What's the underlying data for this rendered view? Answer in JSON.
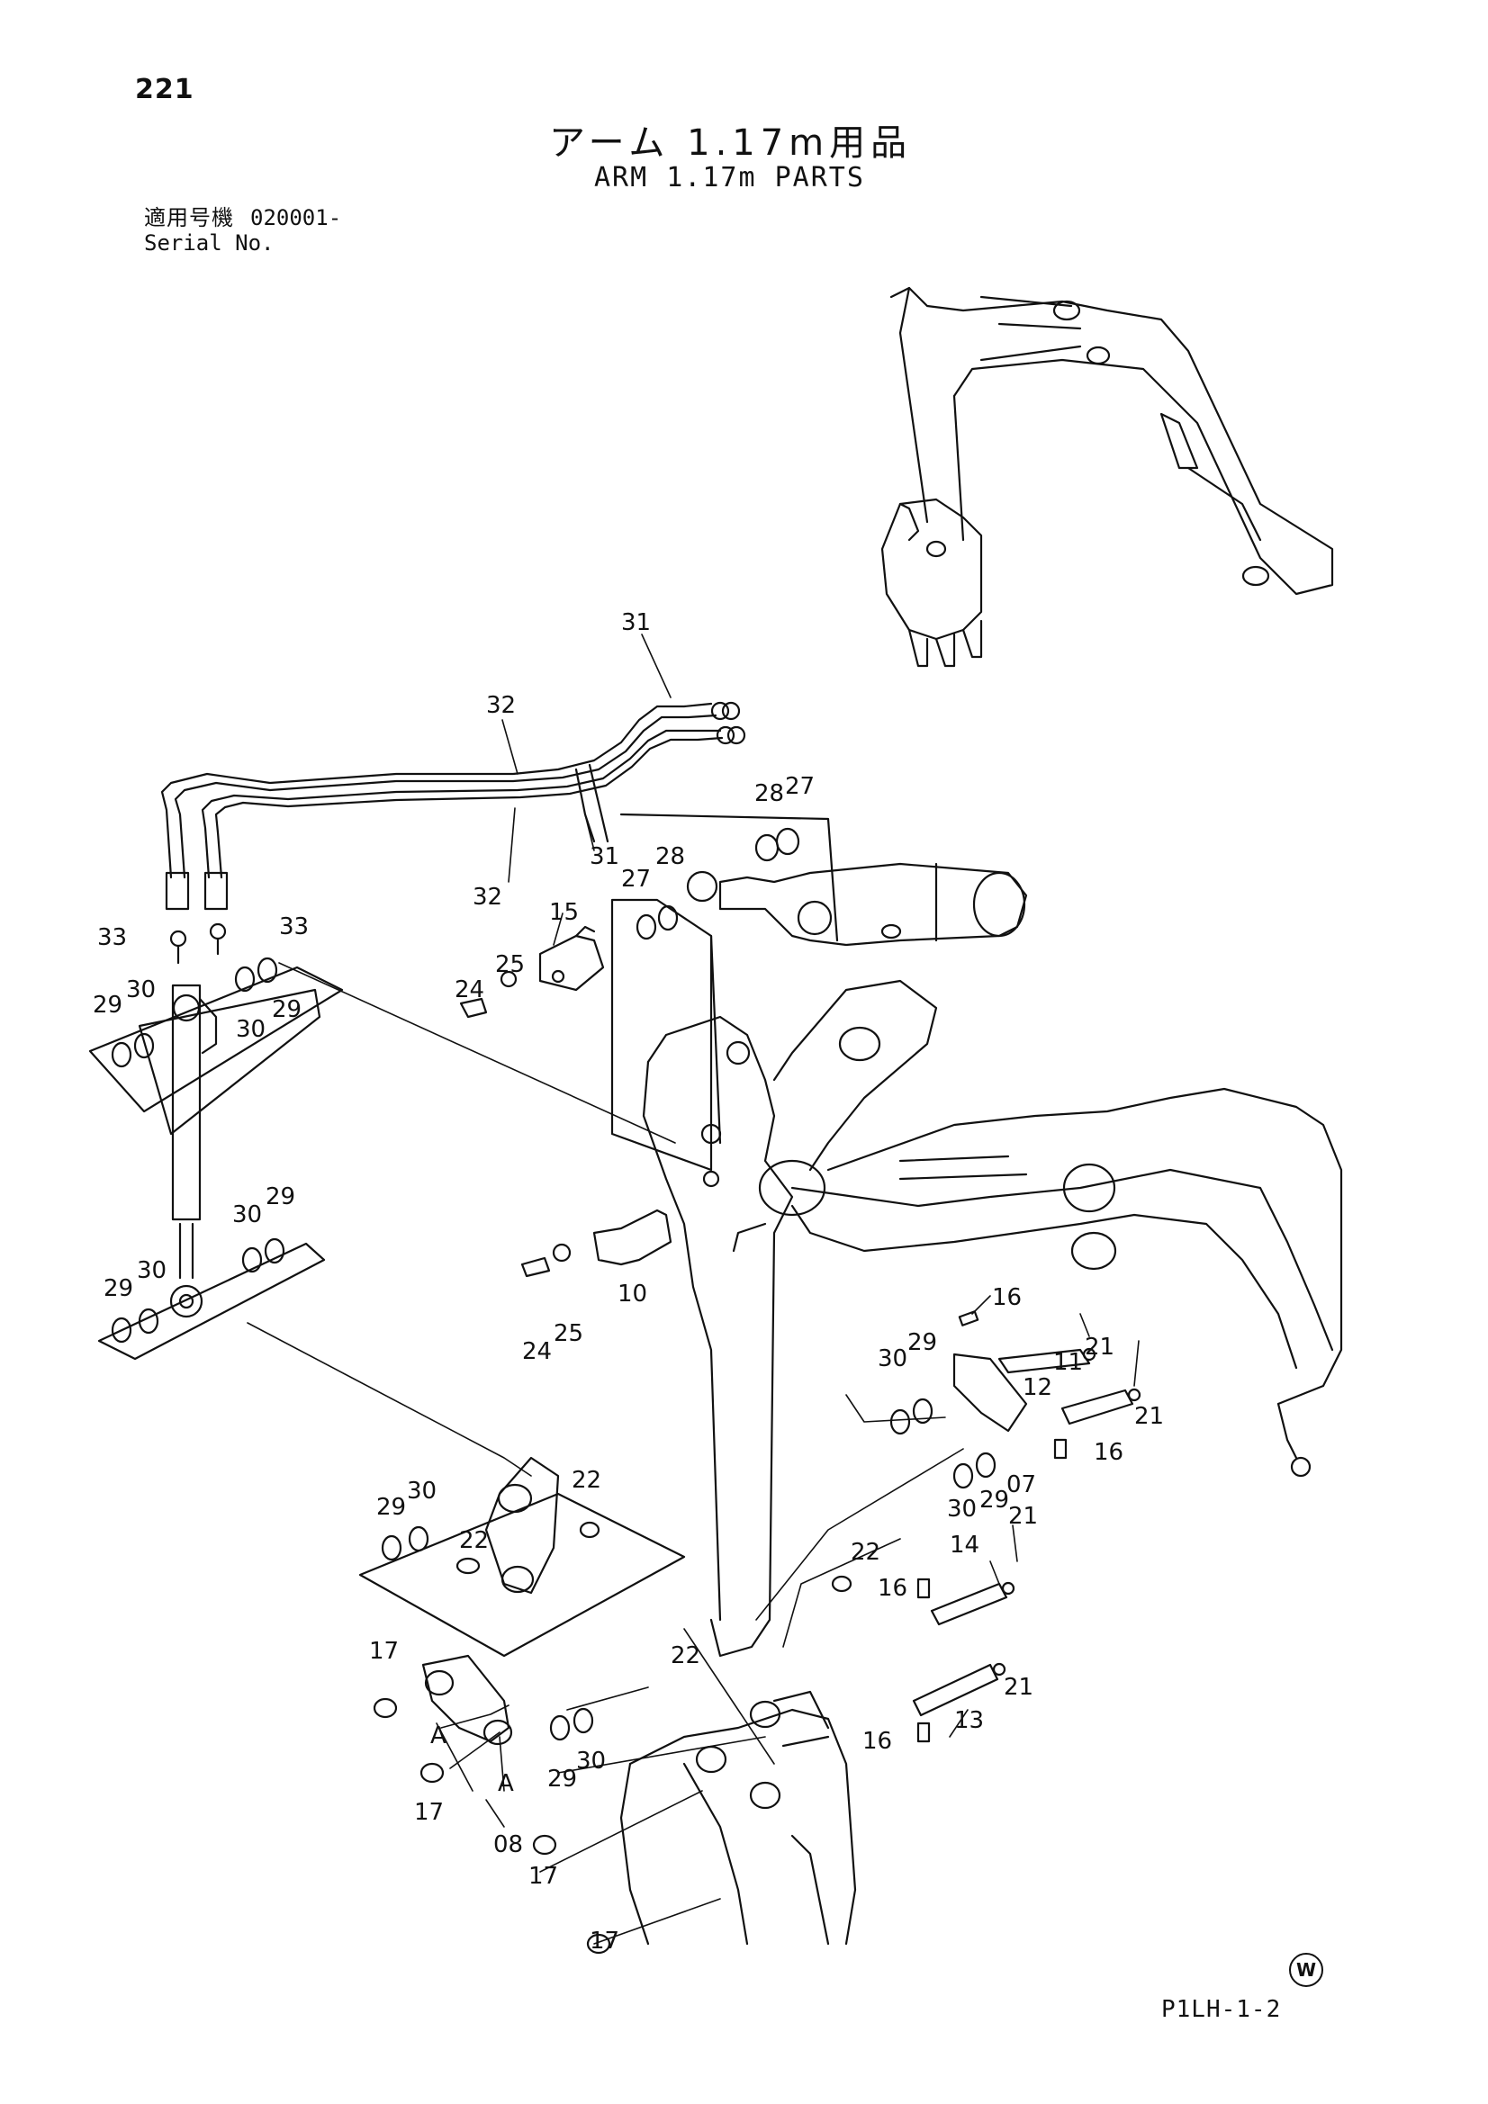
{
  "header": {
    "page_number": "221",
    "title_jp": "アーム 1.17m用品",
    "title_en": "ARM 1.17m PARTS",
    "serial_label_jp": "適用号機",
    "serial_value": "020001-",
    "serial_label_en": "Serial No."
  },
  "callouts": {
    "c31a": "31",
    "c31b": "31",
    "c32a": "32",
    "c32b": "32",
    "c33a": "33",
    "c33b": "33",
    "c28a": "28",
    "c27a": "27",
    "c27b": "27",
    "c28b": "28",
    "c15": "15",
    "c25a": "25",
    "c24a": "24",
    "c29a": "29",
    "c30a": "30",
    "c30b": "30",
    "c29b": "29",
    "c29c": "29",
    "c30c": "30",
    "c29d": "29",
    "c30d": "30",
    "c10": "10",
    "c24b": "24",
    "c25b": "25",
    "c16a": "16",
    "c21a": "21",
    "c12": "12",
    "c11": "11",
    "c21b": "21",
    "c16b": "16",
    "c30e": "30",
    "c29e": "29",
    "c07": "07",
    "c30f": "30",
    "c29f": "29",
    "c29g": "29",
    "c30g": "30",
    "c22a": "22",
    "c22b": "22",
    "c22c": "22",
    "c14": "14",
    "c21c": "21",
    "c16c": "16",
    "c22d": "22",
    "c21d": "21",
    "c13": "13",
    "c16d": "16",
    "c17a": "17",
    "cA1": "A",
    "cA2": "A",
    "c29h": "29",
    "c30h": "30",
    "c17b": "17",
    "c08": "08",
    "c17c": "17",
    "c17d": "17"
  },
  "footer": {
    "w_mark": "W",
    "drawing_code": "P1LH-1-2"
  }
}
